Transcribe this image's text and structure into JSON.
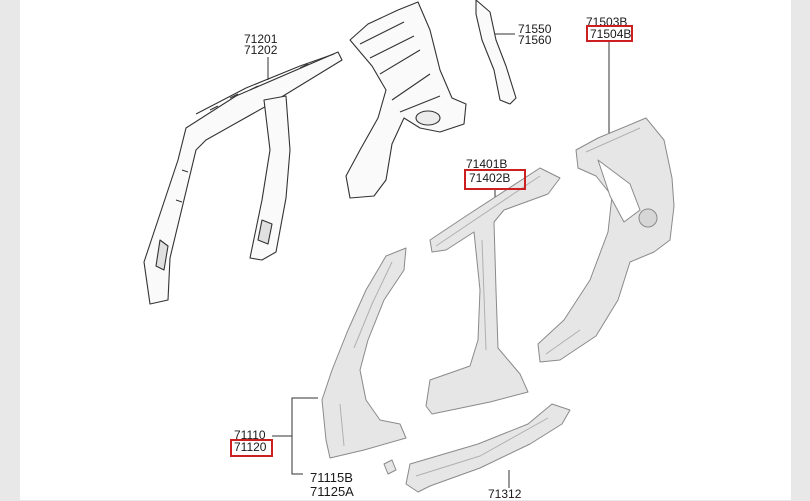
{
  "colors": {
    "page_bg": "#e8e8e8",
    "sheet_bg": "#ffffff",
    "highlight": "#cc1f1f",
    "panel_fill": "#e6e6e6",
    "panel_stroke": "#8a8a8a",
    "line_art": "#333333"
  },
  "parts": {
    "upper_frame": {
      "numbers": [
        "71201",
        "71202"
      ]
    },
    "rear_inner": {
      "numbers": [
        "71550",
        "71560"
      ]
    },
    "quarter_panel": {
      "numbers": [
        "71503B",
        "71504B"
      ],
      "highlighted": "71504B"
    },
    "center_pillar": {
      "numbers": [
        "71401B",
        "71402B"
      ],
      "highlighted": "71402B"
    },
    "front_pillar": {
      "numbers": [
        "71110",
        "71120"
      ],
      "highlighted": "71120"
    },
    "pillar_bracket": {
      "numbers": [
        "71115B",
        "71125A"
      ]
    },
    "side_sill": {
      "numbers": [
        "71312"
      ]
    }
  }
}
